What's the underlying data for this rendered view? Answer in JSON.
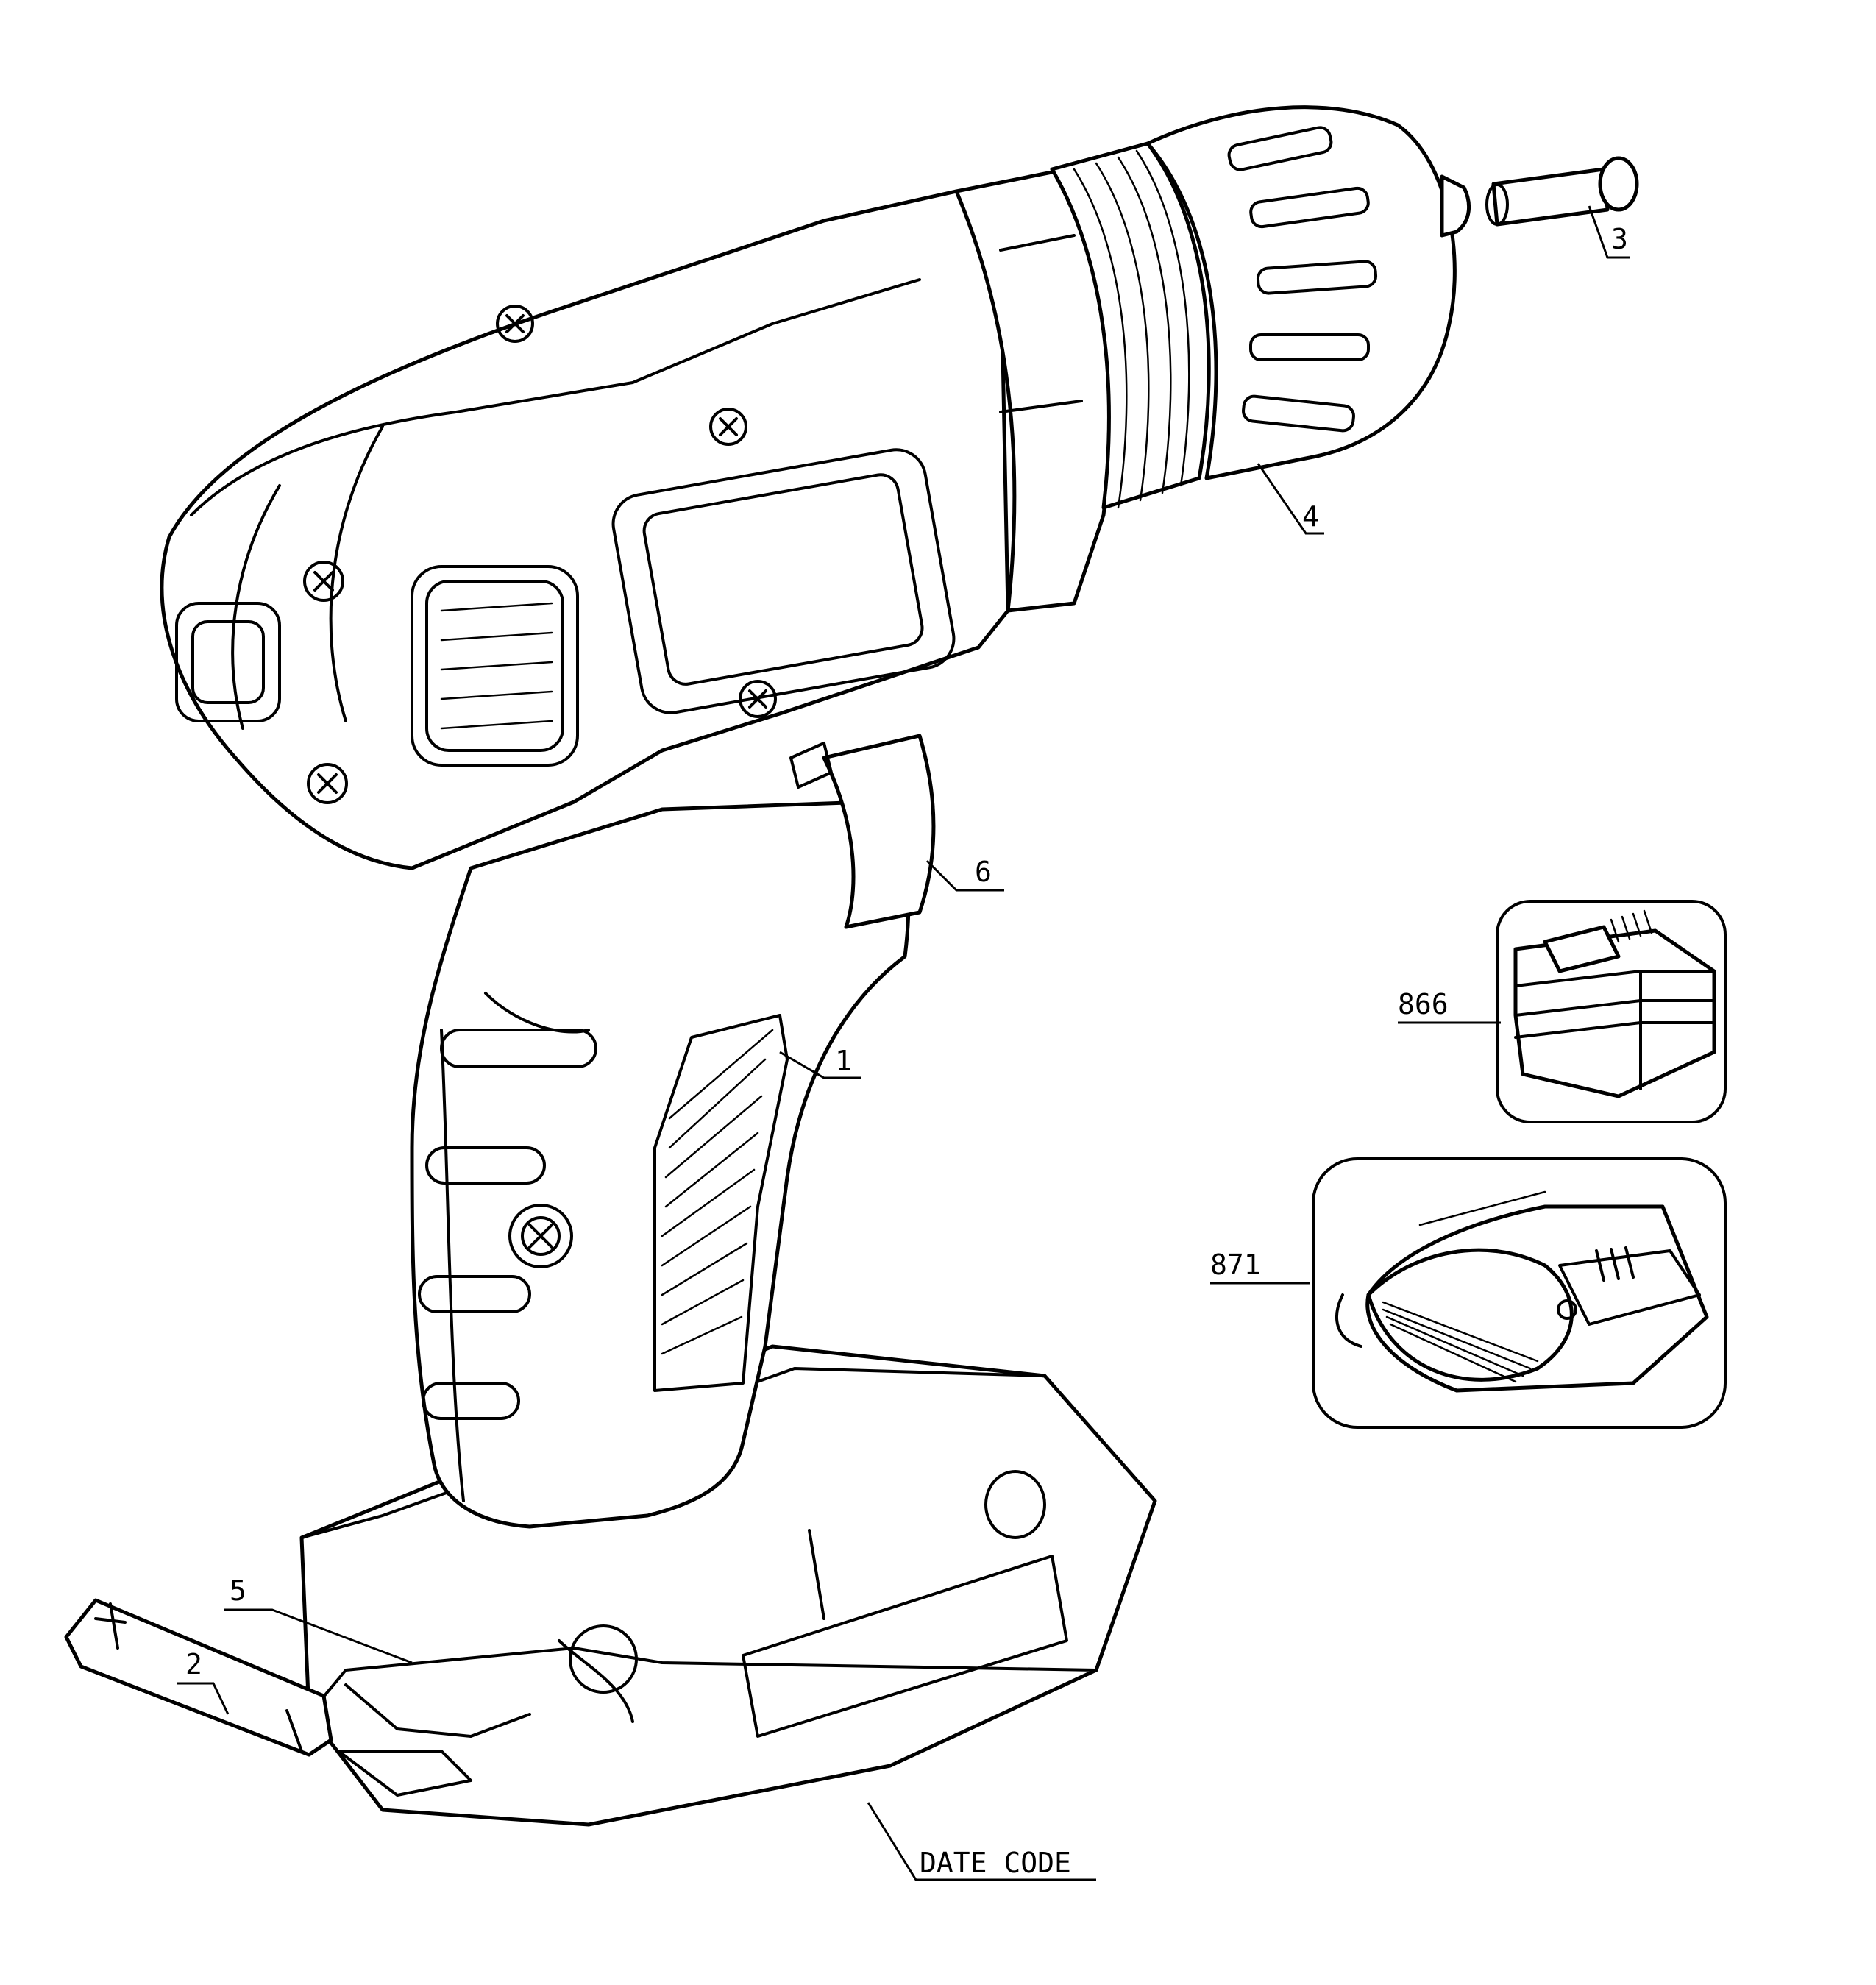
{
  "parts": [
    {
      "id": "1",
      "label": "1"
    },
    {
      "id": "2",
      "label": "2"
    },
    {
      "id": "3",
      "label": "3"
    },
    {
      "id": "4",
      "label": "4"
    },
    {
      "id": "5",
      "label": "5"
    },
    {
      "id": "6",
      "label": "6"
    },
    {
      "id": "866",
      "label": "866"
    },
    {
      "id": "871",
      "label": "871"
    }
  ],
  "date_code_label": "DATE CODE"
}
